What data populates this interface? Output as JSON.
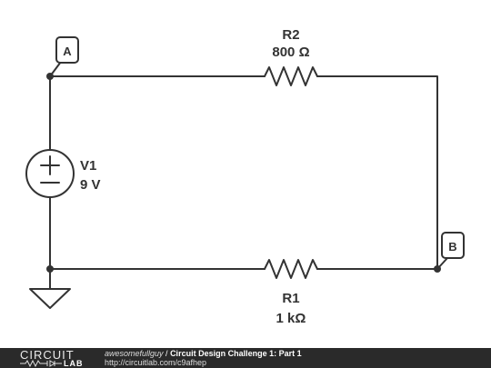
{
  "components": {
    "r2": {
      "name": "R2",
      "value": "800 Ω"
    },
    "r1": {
      "name": "R1",
      "value": "1 kΩ"
    },
    "v1": {
      "name": "V1",
      "value": "9 V"
    }
  },
  "nodes": {
    "a": "A",
    "b": "B"
  },
  "footer": {
    "logo_top": "CIRCUIT",
    "logo_bottom": "LAB",
    "author": "awesomefullguy",
    "separator": " / ",
    "title": "Circuit Design Challenge 1: Part 1",
    "url": "http://circuitlab.com/c9afhep"
  },
  "colors": {
    "wire": "#333333",
    "background": "#ffffff",
    "footer_bg": "#2a2a2a"
  }
}
